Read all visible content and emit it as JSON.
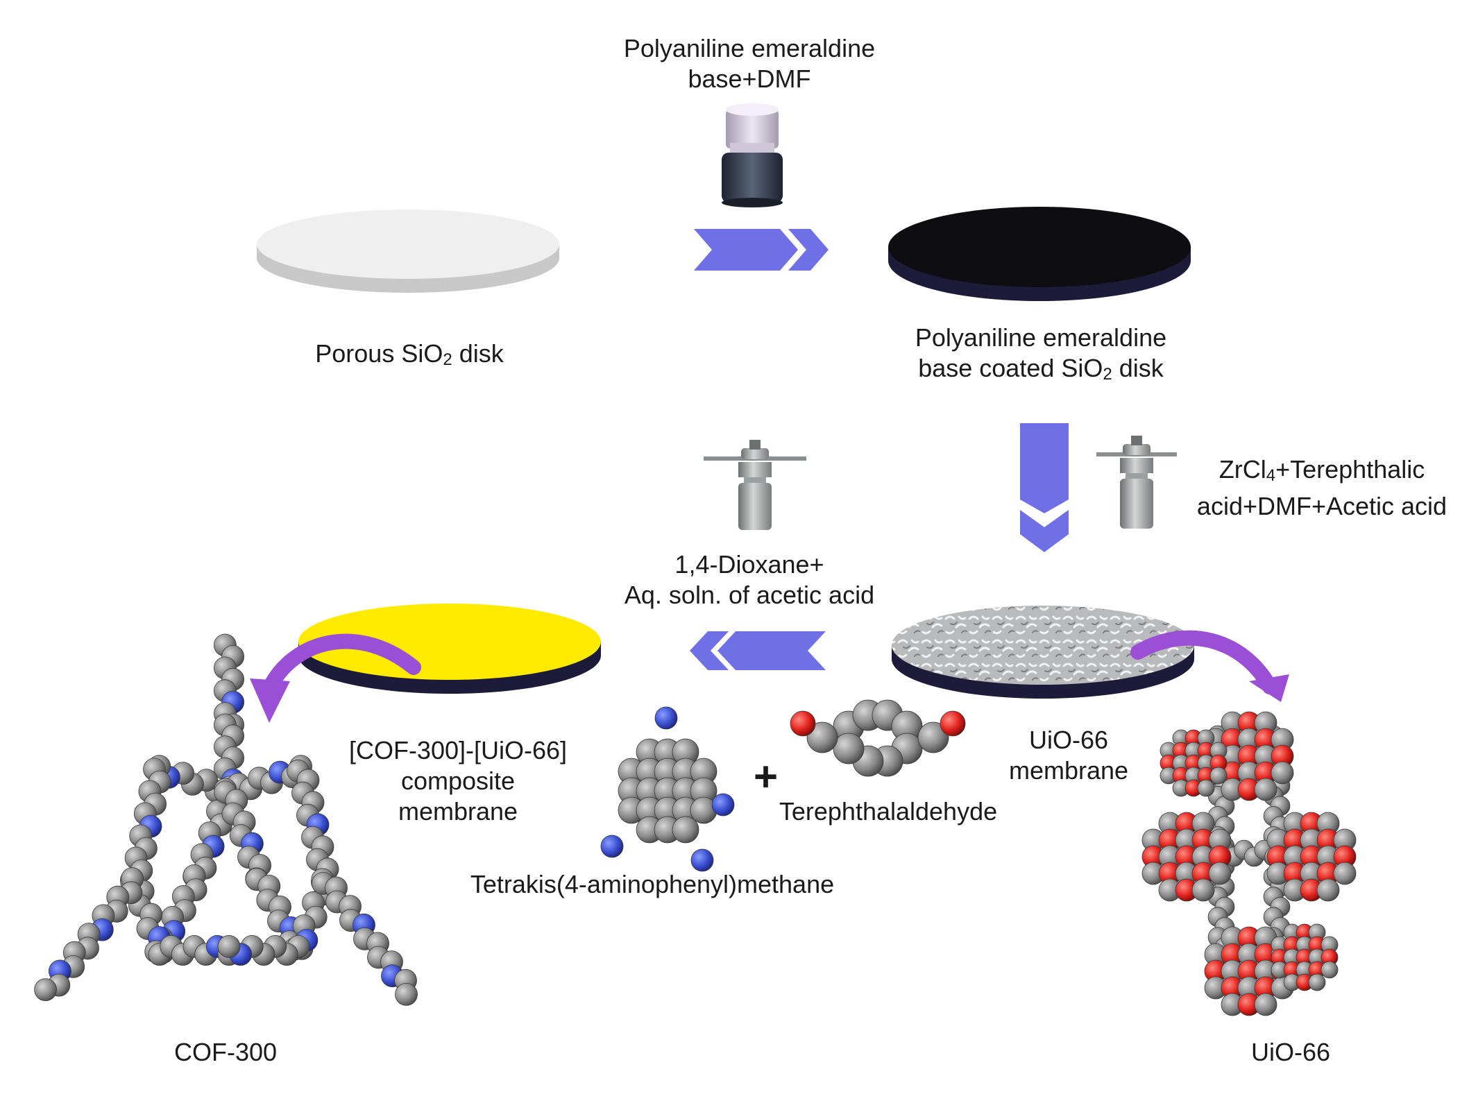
{
  "labels": {
    "reagent_pani": [
      "Polyaniline emeraldine",
      "base+DMF"
    ],
    "porous_disk": {
      "pre": "Porous SiO",
      "sub": "2",
      "post": " disk"
    },
    "coated_disk": {
      "line1": "Polyaniline emeraldine",
      "pre": "base coated  SiO",
      "sub": "2",
      "post": " disk"
    },
    "reagent_uio": {
      "pre": "ZrCl",
      "sub": "4",
      "post": "+Terephthalic",
      "line2": "acid+DMF+Acetic acid"
    },
    "reagent_cof": [
      "1,4-Dioxane+",
      "Aq. soln. of acetic acid"
    ],
    "composite": [
      "[COF-300]-[UiO-66]",
      "composite",
      "membrane"
    ],
    "uio_membrane": [
      "UiO-66",
      "membrane"
    ],
    "terephthalaldehyde": "Terephthalaldehyde",
    "tetrakis": "Tetrakis(4-aminophenyl)methane",
    "plus": "+",
    "cof300": "COF-300",
    "uio66": "UiO-66"
  },
  "colors": {
    "arrow_blue": "#6f6fe6",
    "curve_arrow_purple": "#9a4fd6",
    "disk_white": "#ececec",
    "disk_black": "#0e0e12",
    "disk_yellow": "#ffea00",
    "disk_edge": "#1c1c3a",
    "atom_carbon": "#8c8c8c",
    "atom_nitrogen": "#3a4fd0",
    "atom_oxygen": "#e0201a"
  }
}
